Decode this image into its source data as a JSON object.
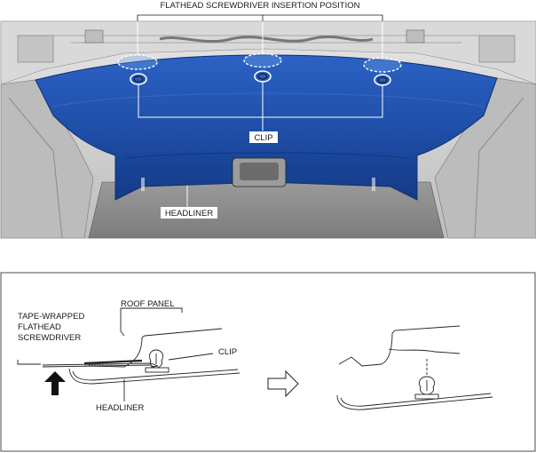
{
  "top_figure": {
    "label_insertion": "FLATHEAD SCREWDRIVER INSERTION POSITION",
    "label_clip": "CLIP",
    "label_headliner": "HEADLINER"
  },
  "bottom_figure": {
    "label_roof_panel": "ROOF PANEL",
    "label_tool_line1": "TAPE-WRAPPED",
    "label_tool_line2": "FLATHEAD",
    "label_tool_line3": "SCREWDRIVER",
    "label_clip": "CLIP",
    "label_headliner": "HEADLINER"
  },
  "colors": {
    "headliner_blue": "#1f4fa8",
    "headliner_blue_dark": "#0f2f70",
    "body_grey": "#cfcfcf"
  }
}
